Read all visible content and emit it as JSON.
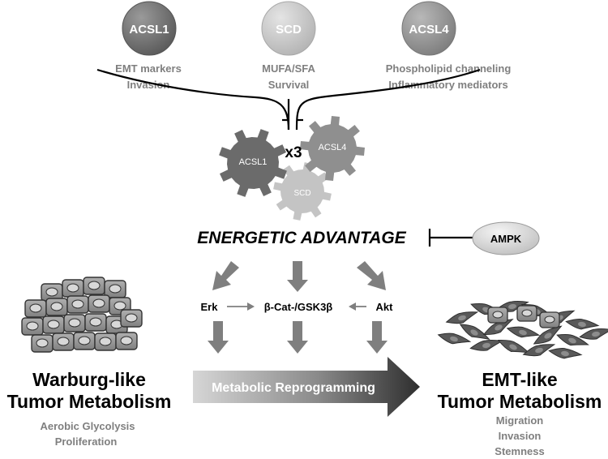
{
  "top_enzymes": [
    {
      "name": "ACSL1",
      "line1": "EMT markers",
      "line2": "Invasion"
    },
    {
      "name": "SCD",
      "line1": "MUFA/SFA",
      "line2": "Survival"
    },
    {
      "name": "ACSL4",
      "line1": "Phospholipid channeling",
      "line2": "Inflammatory mediators"
    }
  ],
  "gears": {
    "multiplier": "x3",
    "left": "ACSL1",
    "right": "ACSL4",
    "bottom": "SCD"
  },
  "energetic_advantage": "ENERGETIC ADVANTAGE",
  "ampk": "AMPK",
  "signaling": {
    "erk": "Erk",
    "center": "β-Cat-/GSK3β",
    "akt": "Akt"
  },
  "reprogramming": "Metabolic Reprogramming",
  "left_state": {
    "title1": "Warburg-like",
    "title2": "Tumor Metabolism",
    "sub1": "Aerobic Glycolysis",
    "sub2": "Proliferation"
  },
  "right_state": {
    "title1": "EMT-like",
    "title2": "Tumor Metabolism",
    "sub1": "Migration",
    "sub2": "Invasion",
    "sub3": "Stemness"
  },
  "colors": {
    "acsl1": "#6b6b6b",
    "scd": "#c4c4c4",
    "acsl4": "#8f8f8f",
    "arrow": "#7f7f7f",
    "text_dark": "#000000",
    "text_gray": "#7f7f7f"
  }
}
